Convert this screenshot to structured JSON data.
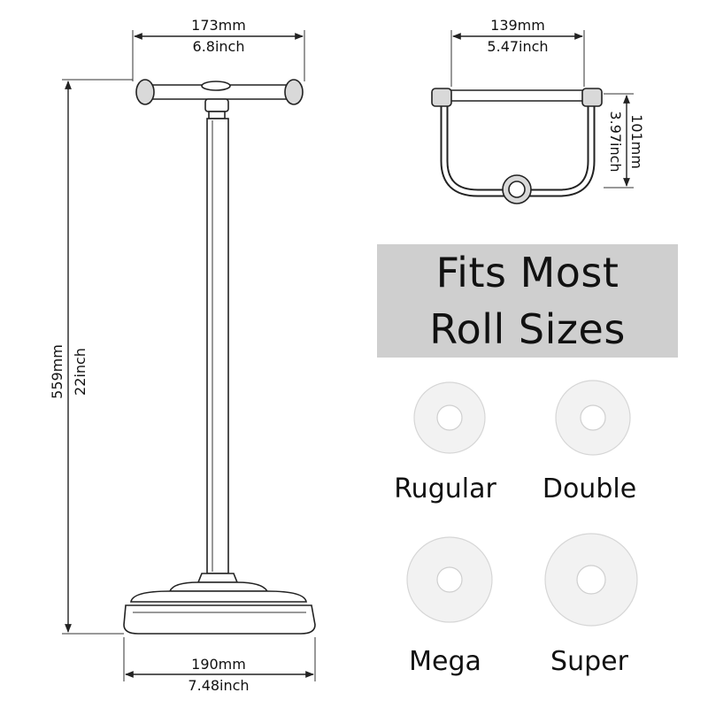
{
  "dimensions": {
    "arm_width": {
      "mm": "173mm",
      "inch": "6.8inch"
    },
    "top_width": {
      "mm": "139mm",
      "inch": "5.47inch"
    },
    "top_depth": {
      "mm": "101mm",
      "inch": "3.97inch"
    },
    "height": {
      "mm": "559mm",
      "inch": "22inch"
    },
    "base_width": {
      "mm": "190mm",
      "inch": "7.48inch"
    }
  },
  "banner": {
    "line1": "Fits Most",
    "line2": "Roll Sizes"
  },
  "rolls": [
    {
      "label": "Rugular"
    },
    {
      "label": "Double"
    },
    {
      "label": "Mega"
    },
    {
      "label": "Super"
    }
  ]
}
